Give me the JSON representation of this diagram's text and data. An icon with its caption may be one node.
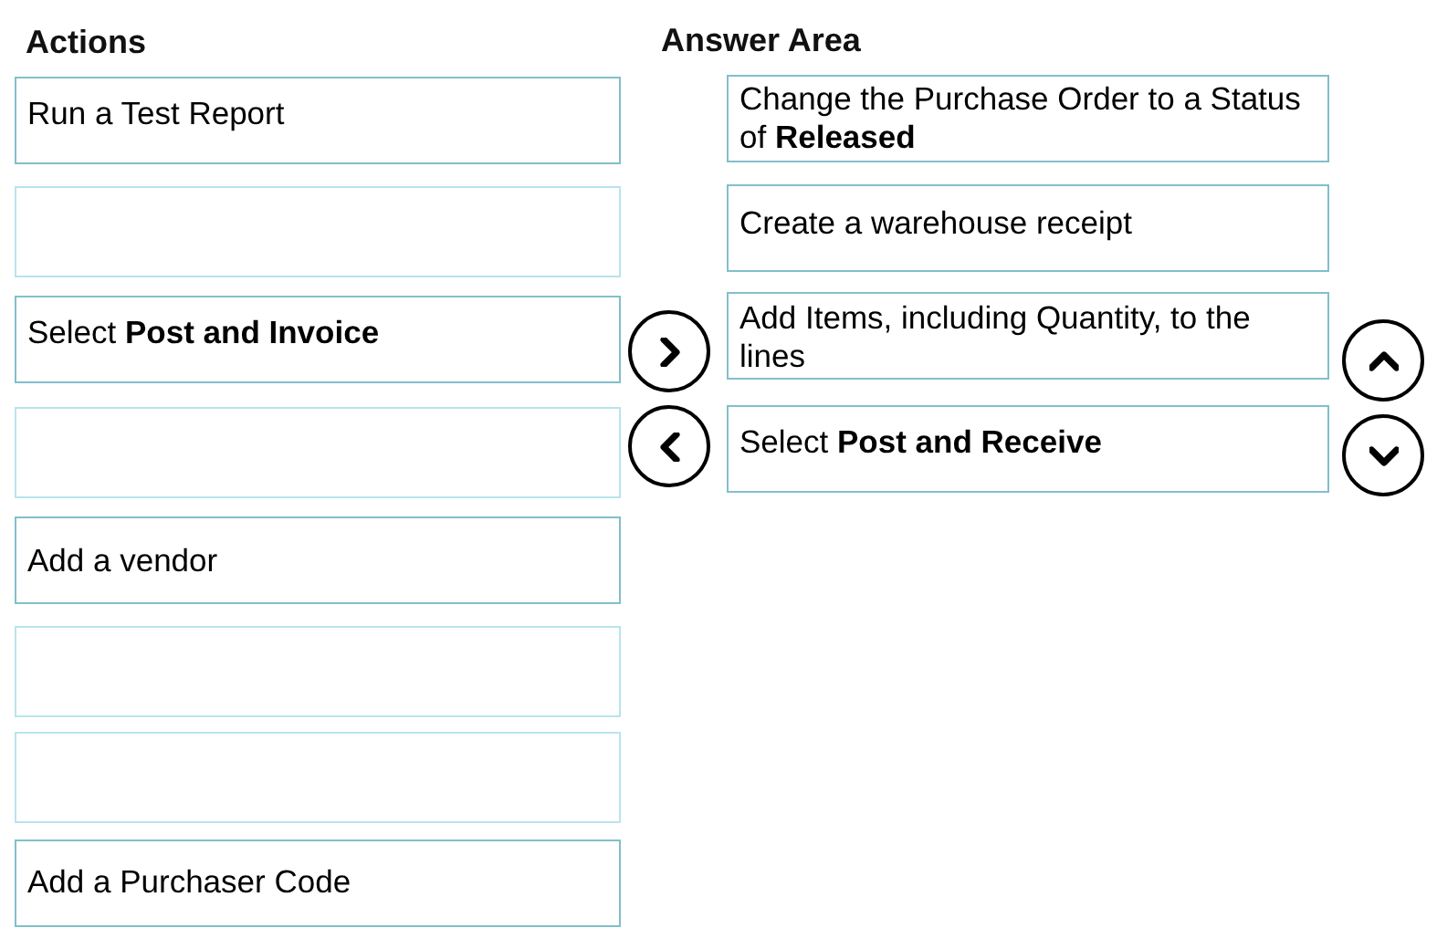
{
  "diagram": {
    "nodes": [
      {
        "text": [
          "Run a Test Report"
        ]
      },
      {
        "text": [],
        "shape": "box"
      },
      {
        "text": [
          "Select **Post and Invoice**"
        ]
      },
      {
        "text": [],
        "shape": "box"
      },
      {
        "text": [
          "Add a vendor"
        ]
      },
      {
        "text": [],
        "shape": "box"
      },
      {
        "text": [],
        "shape": "box"
      },
      {
        "text": [
          "Add a Purchaser Code"
        ]
      },
      {
        "text": [
          "Change the Purchase Order to a Status of **Released**"
        ]
      },
      {
        "text": [
          "Create a warehouse receipt"
        ]
      },
      {
        "text": [
          "Add Items, including Quantity, to the lines"
        ]
      },
      {
        "text": [
          "Select **Post and Receive**"
        ]
      }
    ],
    "labels": [
      "Actions",
      "Answer Area"
    ]
  }
}
